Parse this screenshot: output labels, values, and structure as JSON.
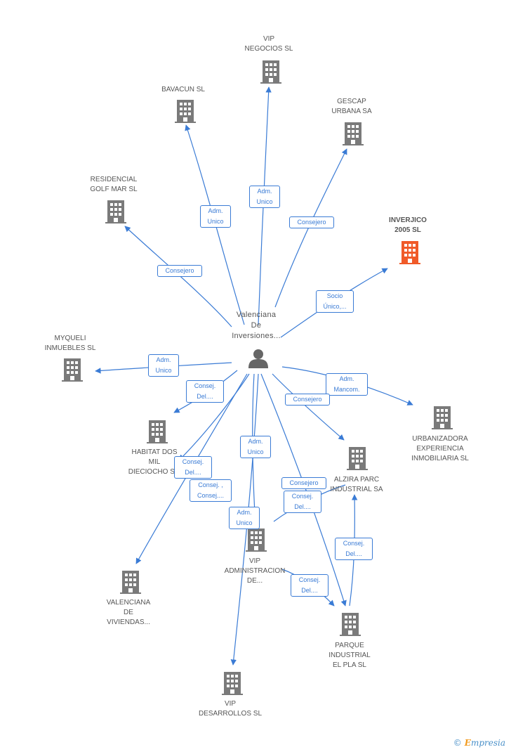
{
  "center": {
    "label": "Valenciana\nDe\nInversiones..."
  },
  "nodes": {
    "vip_negocios": {
      "label": "VIP\nNEGOCIOS SL"
    },
    "bavacun": {
      "label": "BAVACUN SL"
    },
    "gescap": {
      "label": "GESCAP\nURBANA SA"
    },
    "residencial": {
      "label": "RESIDENCIAL\nGOLF MAR SL"
    },
    "inverjico": {
      "label": "INVERJICO\n2005 SL"
    },
    "myqueli": {
      "label": "MYQUELI\nINMUEBLES SL"
    },
    "urbanizadora": {
      "label": "URBANIZADORA\nEXPERIENCIA\nINMOBILIARIA SL"
    },
    "habitat": {
      "label": "HABITAT DOS\nMIL\nDIECIOCHO S..."
    },
    "alzira": {
      "label": "ALZIRA PARC\nINDUSTRIAL SA"
    },
    "vip_admin": {
      "label": "VIP\nADMINISTRACION\nDE..."
    },
    "valenciana_viv": {
      "label": "VALENCIANA\nDE\nVIVIENDAS..."
    },
    "parque": {
      "label": "PARQUE\nINDUSTRIAL\nEL PLA SL"
    },
    "vip_desarrollos": {
      "label": "VIP\nDESARROLLOS SL"
    }
  },
  "edge_labels": {
    "adm_unico_vip_negocios": "Adm.\nUnico",
    "adm_unico_bavacun": "Adm.\nUnico",
    "consejero_gescap": "Consejero",
    "consejero_residencial": "Consejero",
    "socio_unico_inverjico": "Socio\nÚnico,...",
    "adm_unico_myqueli": "Adm.\nUnico",
    "consej_del_habitat": "Consej.\nDel....",
    "adm_mancom_urbanizadora": "Adm.\nMancom.",
    "consejero_alzira": "Consejero",
    "adm_unico_vip_admin": "Adm.\nUnico",
    "consej_del_habitat2": "Consej.\nDel....",
    "consej_consej": "Consej. ,\nConsej....",
    "adm_unico_lower": "Adm.\nUnico",
    "consejero_parque": "Consejero",
    "consej_del_alzira": "Consej.\nDel....",
    "consej_del_parque_alzira": "Consej.\nDel....",
    "consej_del_vipadmin_parque": "Consej.\nDel...."
  },
  "colors": {
    "edge": "#3a7bd5",
    "building": "#7a7a7a",
    "focus_building": "#f05a28",
    "person": "#666666"
  },
  "brand": {
    "copyright": "©",
    "initial": "E",
    "rest": "mpresia"
  }
}
